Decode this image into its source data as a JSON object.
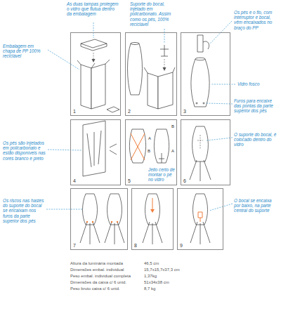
{
  "diagram": {
    "nodes": [
      {
        "text": [
          "1"
        ]
      },
      {
        "text": [
          "2"
        ]
      },
      {
        "text": [
          "3"
        ]
      },
      {
        "text": [
          "4"
        ]
      },
      {
        "text": [
          "5"
        ]
      },
      {
        "text": [
          "6"
        ]
      },
      {
        "text": [
          "7"
        ]
      },
      {
        "text": [
          "8"
        ]
      },
      {
        "text": [
          "9"
        ]
      }
    ],
    "labels": [
      "As duas tampas protegem o vidro que flutua dentro da embalagem",
      "Suporte do bocal, injetado em policarbonato. Assim como os pés, 100% reciclável",
      "Embalagem em chapa de PP 100% reciclável",
      "Os pés e o fio, com interruptor e bocal, vêm encaixados no braço do PP",
      "Vidro fosco",
      "Furos para encaixe das pontas da parte superior dos pés",
      "Os pés são injetados em policarbonato e estão disponíveis nas cores branco e preto",
      "B",
      "A",
      "A",
      "B",
      "Jeito certo de montar o pé no vidro",
      "O suporte do bocal, é colocado dentro do vidro",
      "Os riscos nas hastes do suporte do bocal se encaixam nos furos da parte superior dos pés",
      "O bocal se encaixa por baixo, na parte central do suporte",
      "Altura da luminária montada",
      "46,5 cm",
      "Dimensões embal. individual",
      "15,7x15,7x37,3 cm",
      "Peso embal. individual completa",
      "1,37kg",
      "Dimensões da caixa c/ 6 unid.",
      "51x34x38 cm",
      "Peso bruto caixa c/ 6 unid.",
      "8,7 kg"
    ]
  }
}
